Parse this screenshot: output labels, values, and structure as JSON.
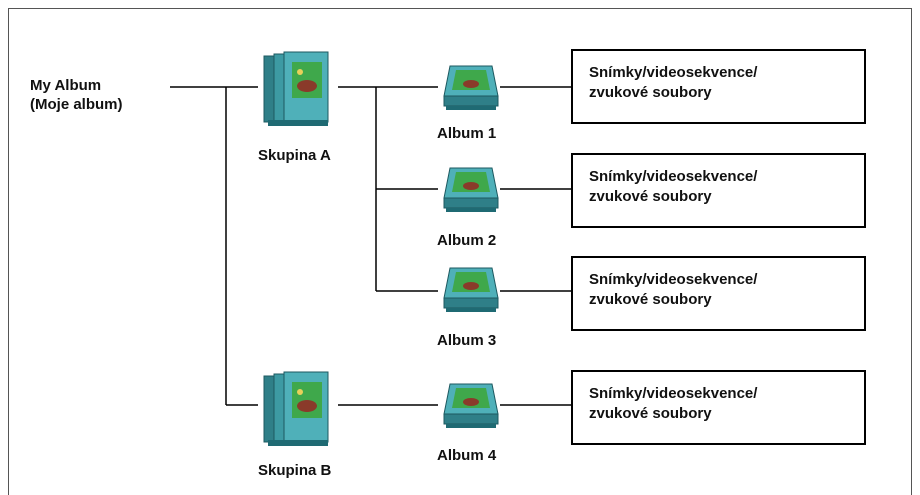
{
  "root": {
    "line1": "My Album",
    "line2": "(Moje album)"
  },
  "groups": [
    {
      "label": "Skupina A",
      "icon": "album-group-books-icon"
    },
    {
      "label": "Skupina B",
      "icon": "album-group-books-icon"
    }
  ],
  "albums": [
    {
      "label": "Album 1",
      "icon": "album-icon",
      "contents": {
        "line1": "Snímky/videosekvence/",
        "line2": "zvukové soubory"
      }
    },
    {
      "label": "Album 2",
      "icon": "album-icon",
      "contents": {
        "line1": "Snímky/videosekvence/",
        "line2": "zvukové soubory"
      }
    },
    {
      "label": "Album 3",
      "icon": "album-icon",
      "contents": {
        "line1": "Snímky/videosekvence/",
        "line2": "zvukové soubory"
      }
    },
    {
      "label": "Album 4",
      "icon": "album-icon",
      "contents": {
        "line1": "Snímky/videosekvence/",
        "line2": "zvukové soubory"
      }
    }
  ],
  "colors": {
    "icon_teal": "#3d9aa3",
    "icon_photo": "#3fa84b",
    "line": "#000000"
  }
}
